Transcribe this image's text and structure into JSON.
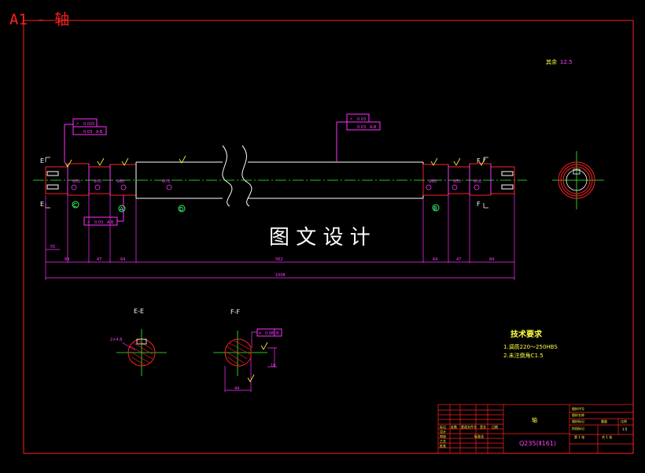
{
  "title": "A1 - 轴",
  "surface_roughness_note": {
    "prefix": "其余",
    "value": "12.5"
  },
  "watermark": "图 文 设 计",
  "section_labels": {
    "E": "E",
    "F": "F",
    "EE": "E-E",
    "FF": "F-F"
  },
  "datums": [
    "C",
    "A",
    "D",
    "B"
  ],
  "tolerance_frames": {
    "left": {
      "sym": "↗",
      "v1": "0.025",
      "v2": "0.03",
      "ref": "A-B"
    },
    "middle": {
      "sym": "↗",
      "v1": "0.03",
      "v2": "0.03",
      "ref": "A-B"
    },
    "lower": {
      "sym": "↗",
      "v1": "0.03",
      "ref": "A-B"
    },
    "section": {
      "sym": "═",
      "v1": "0.08",
      "ref": "B"
    }
  },
  "dimensions": {
    "d1": "55",
    "d2": "84",
    "d3": "47",
    "d4": "64",
    "d5": "562",
    "d6": "64",
    "d7": "47",
    "d8": "84",
    "total": "1008",
    "section_e": "2×4.8",
    "section_f": "44",
    "section_f2": "18"
  },
  "technical_requirements": {
    "heading": "技术要求",
    "items": [
      "1.调质220～250HBS",
      "2.未注倒角C1.5"
    ]
  },
  "title_block": {
    "part_name": "轴",
    "material": "Q235(Ⅱ161)",
    "labels": [
      "标记",
      "处数",
      "更改文件号",
      "签名",
      "日期",
      "设计",
      "审核",
      "工艺",
      "标准化",
      "批准"
    ],
    "right_labels": [
      "图样标记",
      "阶段标记",
      "重量",
      "比例"
    ],
    "scale": "1:5",
    "sheet": "第 1 张",
    "sheets": "共 1 张",
    "drawing_no_label": "图样代号",
    "name_label": "图样名称"
  }
}
